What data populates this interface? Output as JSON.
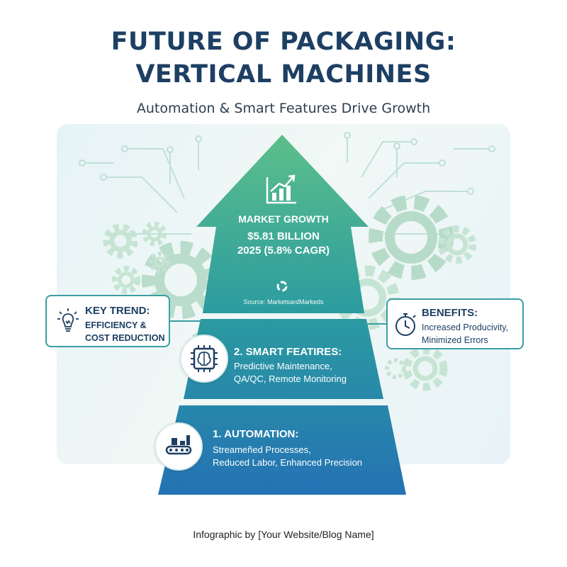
{
  "header": {
    "title_line1": "FUTURE OF PACKAGING:",
    "title_line2": "VERTICAL MACHINES",
    "subtitle": "Automation & Smart Features Drive Growth"
  },
  "colors": {
    "title": "#1d3f63",
    "pyramid_top": "#5cbf8a",
    "pyramid_bottom": "#2472b4",
    "callout_border": "#3a9ea5"
  },
  "market_growth": {
    "icon": "growth-chart-icon",
    "title": "MARKET GROWTH",
    "value_line1": "$5.81 BILLION",
    "value_line2": "2025 (5.8% CAGR)",
    "source": "Source: MarketsardMarkeds"
  },
  "smart_features": {
    "icon": "brain-chip-icon",
    "title": "2. SMART FEATIRES:",
    "desc_line1": "Predictive Maintenance,",
    "desc_line2": "QA/QC, Remote Monitoring"
  },
  "automation": {
    "icon": "conveyor-icon",
    "title": "1. AUTOMATION:",
    "desc_line1": "Streameñed Processes,",
    "desc_line2": "Reduced Labor, Enhanced Precision"
  },
  "key_trend": {
    "icon": "lightbulb-icon",
    "title": "KEY TREND:",
    "line1": "EFFICIENCY &",
    "line2": "COST REDUCTION"
  },
  "benefits": {
    "icon": "stopwatch-icon",
    "title": "BENEFITS:",
    "line1": "Increased Producivity,",
    "line2": "Minimized Errors"
  },
  "footer": {
    "credit": "Infographic by [Your Website/Blog Name]"
  }
}
